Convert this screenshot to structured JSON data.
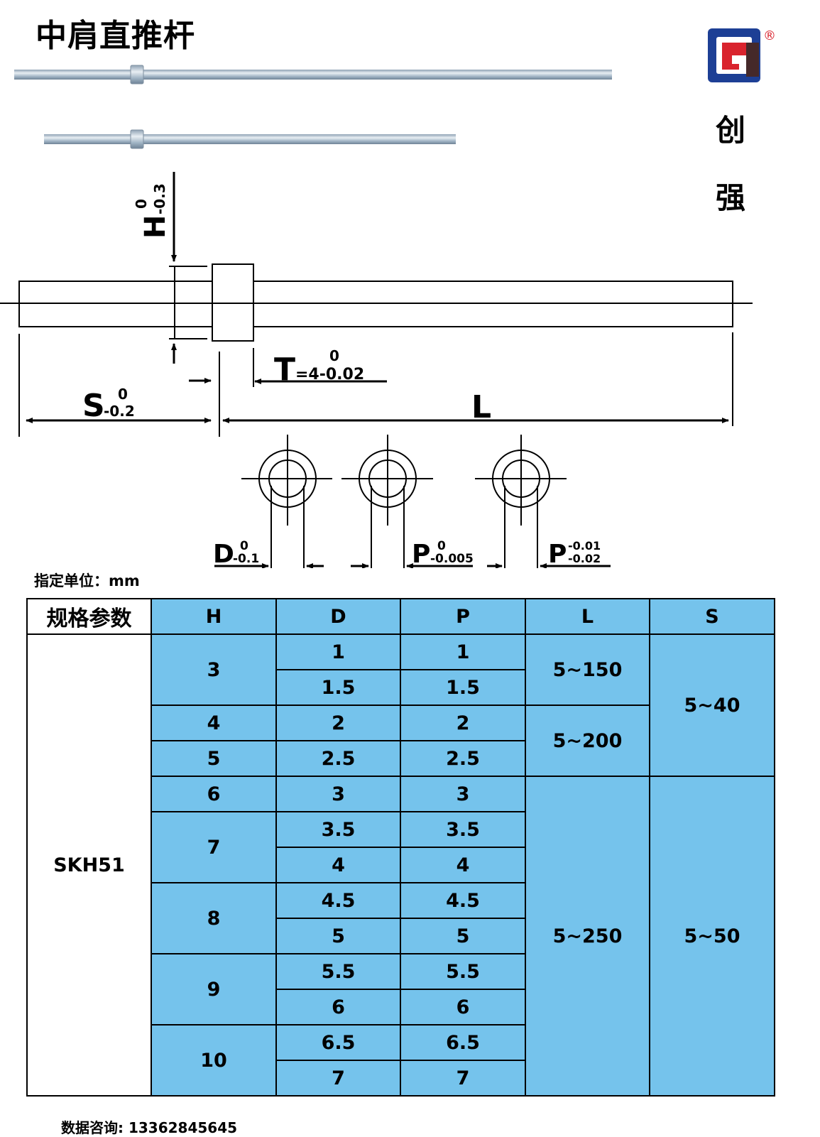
{
  "title": "中肩直推杆",
  "brand": {
    "chars": [
      "创",
      "强"
    ],
    "logo_mark": "®"
  },
  "drawing": {
    "labels": {
      "H": "H",
      "H_tol_upper": "0",
      "H_tol_lower": "-0.3",
      "T": "T",
      "T_value": "=4-0.02",
      "T_tol_upper": "0",
      "S": "S",
      "S_tol_upper": "0",
      "S_tol_lower": "-0.2",
      "L": "L",
      "D": "D",
      "D_tol_upper": "0",
      "D_tol_lower": "-0.1",
      "P1": "P",
      "P1_tol_upper": "0",
      "P1_tol_lower": "-0.005",
      "P2": "P",
      "P2_tol_upper": "-0.01",
      "P2_tol_lower": "-0.02"
    }
  },
  "unit_note": "指定单位：mm",
  "table": {
    "corner": "规格参数",
    "headers": [
      "H",
      "D",
      "P",
      "L",
      "S"
    ],
    "material": "SKH51",
    "H_groups": [
      "3",
      "4",
      "5",
      "6",
      "7",
      "8",
      "9",
      "10"
    ],
    "D": [
      "1",
      "1.5",
      "2",
      "2.5",
      "3",
      "3.5",
      "4",
      "4.5",
      "5",
      "5.5",
      "6",
      "6.5",
      "7"
    ],
    "P": [
      "1",
      "1.5",
      "2",
      "2.5",
      "3",
      "3.5",
      "4",
      "4.5",
      "5",
      "5.5",
      "6",
      "6.5",
      "7"
    ],
    "L_groups": [
      "5~150",
      "5~200",
      "5~250"
    ],
    "S_groups": [
      "5~40",
      "5~50"
    ]
  },
  "contact": "数据咨询: 13362845645",
  "colors": {
    "table_fill": "#75c3ec",
    "rod": "#a9bccb",
    "logo_blue": "#1d3f95",
    "logo_red": "#d9232d"
  }
}
